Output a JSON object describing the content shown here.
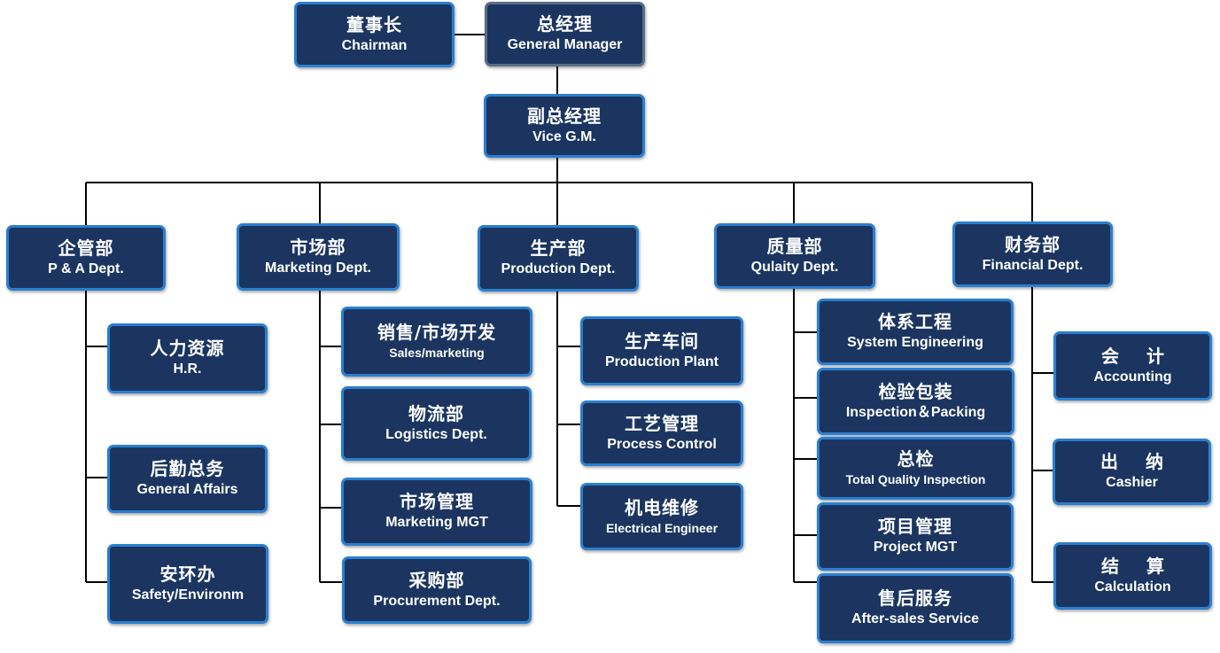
{
  "org_chart": {
    "chairman": {
      "cn": "董事长",
      "en": "Chairman"
    },
    "general_manager": {
      "cn": "总经理",
      "en": "General Manager"
    },
    "vice_gm": {
      "cn": "副总经理",
      "en": "Vice G.M."
    },
    "departments": [
      {
        "cn": "企管部",
        "en": "P & A Dept.",
        "units": [
          {
            "cn": "人力资源",
            "en": "H.R."
          },
          {
            "cn": "后勤总务",
            "en": "General Affairs"
          },
          {
            "cn": "安环办",
            "en": "Safety/Environm"
          }
        ]
      },
      {
        "cn": "市场部",
        "en": "Marketing Dept.",
        "units": [
          {
            "cn": "销售/市场开发",
            "en": "Sales/marketing"
          },
          {
            "cn": "物流部",
            "en": "Logistics Dept."
          },
          {
            "cn": "市场管理",
            "en": "Marketing MGT"
          },
          {
            "cn": "采购部",
            "en": "Procurement Dept."
          }
        ]
      },
      {
        "cn": "生产部",
        "en": "Production Dept.",
        "units": [
          {
            "cn": "生产车间",
            "en": "Production Plant"
          },
          {
            "cn": "工艺管理",
            "en": "Process Control"
          },
          {
            "cn": "机电维修",
            "en": "Electrical Engineer"
          }
        ]
      },
      {
        "cn": "质量部",
        "en": "Qulaity Dept.",
        "units": [
          {
            "cn": "体系工程",
            "en": "System Engineering"
          },
          {
            "cn": "检验包装",
            "en": "Inspection＆Packing"
          },
          {
            "cn": "总检",
            "en": "Total Quality Inspection"
          },
          {
            "cn": "项目管理",
            "en": "Project MGT"
          },
          {
            "cn": "售后服务",
            "en": "After-sales Service"
          }
        ]
      },
      {
        "cn": "财务部",
        "en": "Financial Dept.",
        "units": [
          {
            "cn": "会 计",
            "en": "Accounting"
          },
          {
            "cn": "出 纳",
            "en": "Cashier"
          },
          {
            "cn": "结 算",
            "en": "Calculation"
          }
        ]
      }
    ]
  },
  "colors": {
    "box_fill": "#1b3560",
    "box_border": "#2a7fd0",
    "connector": "#000000",
    "text": "#ffffff"
  }
}
